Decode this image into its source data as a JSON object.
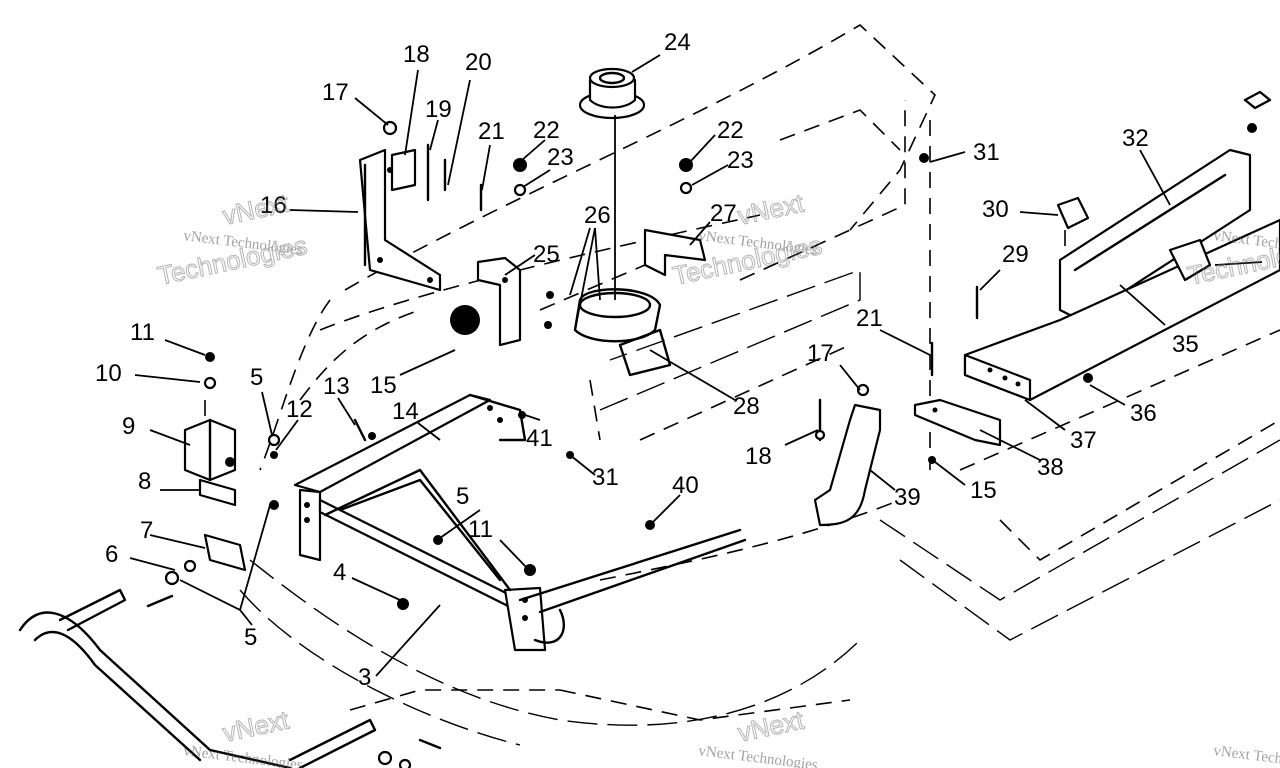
{
  "callouts": {
    "c3": "3",
    "c4": "4",
    "c5a": "5",
    "c5b": "5",
    "c5c": "5",
    "c6": "6",
    "c7": "7",
    "c8": "8",
    "c9": "9",
    "c10": "10",
    "c11a": "11",
    "c11b": "11",
    "c12": "12",
    "c13": "13",
    "c14": "14",
    "c15a": "15",
    "c15b": "15",
    "c16": "16",
    "c17a": "17",
    "c17b": "17",
    "c18a": "18",
    "c18b": "18",
    "c19": "19",
    "c20": "20",
    "c21a": "21",
    "c21b": "21",
    "c22a": "22",
    "c22b": "22",
    "c23a": "23",
    "c23b": "23",
    "c24": "24",
    "c25": "25",
    "c26": "26",
    "c27": "27",
    "c28": "28",
    "c29": "29",
    "c30": "30",
    "c31a": "31",
    "c31b": "31",
    "c32": "32",
    "c35": "35",
    "c36": "36",
    "c37": "37",
    "c38": "38",
    "c39": "39",
    "c40": "40",
    "c41": "41"
  },
  "watermark": {
    "company": "vNext Technologies",
    "brand_top": "vNext",
    "brand_bottom": "Technologies"
  }
}
